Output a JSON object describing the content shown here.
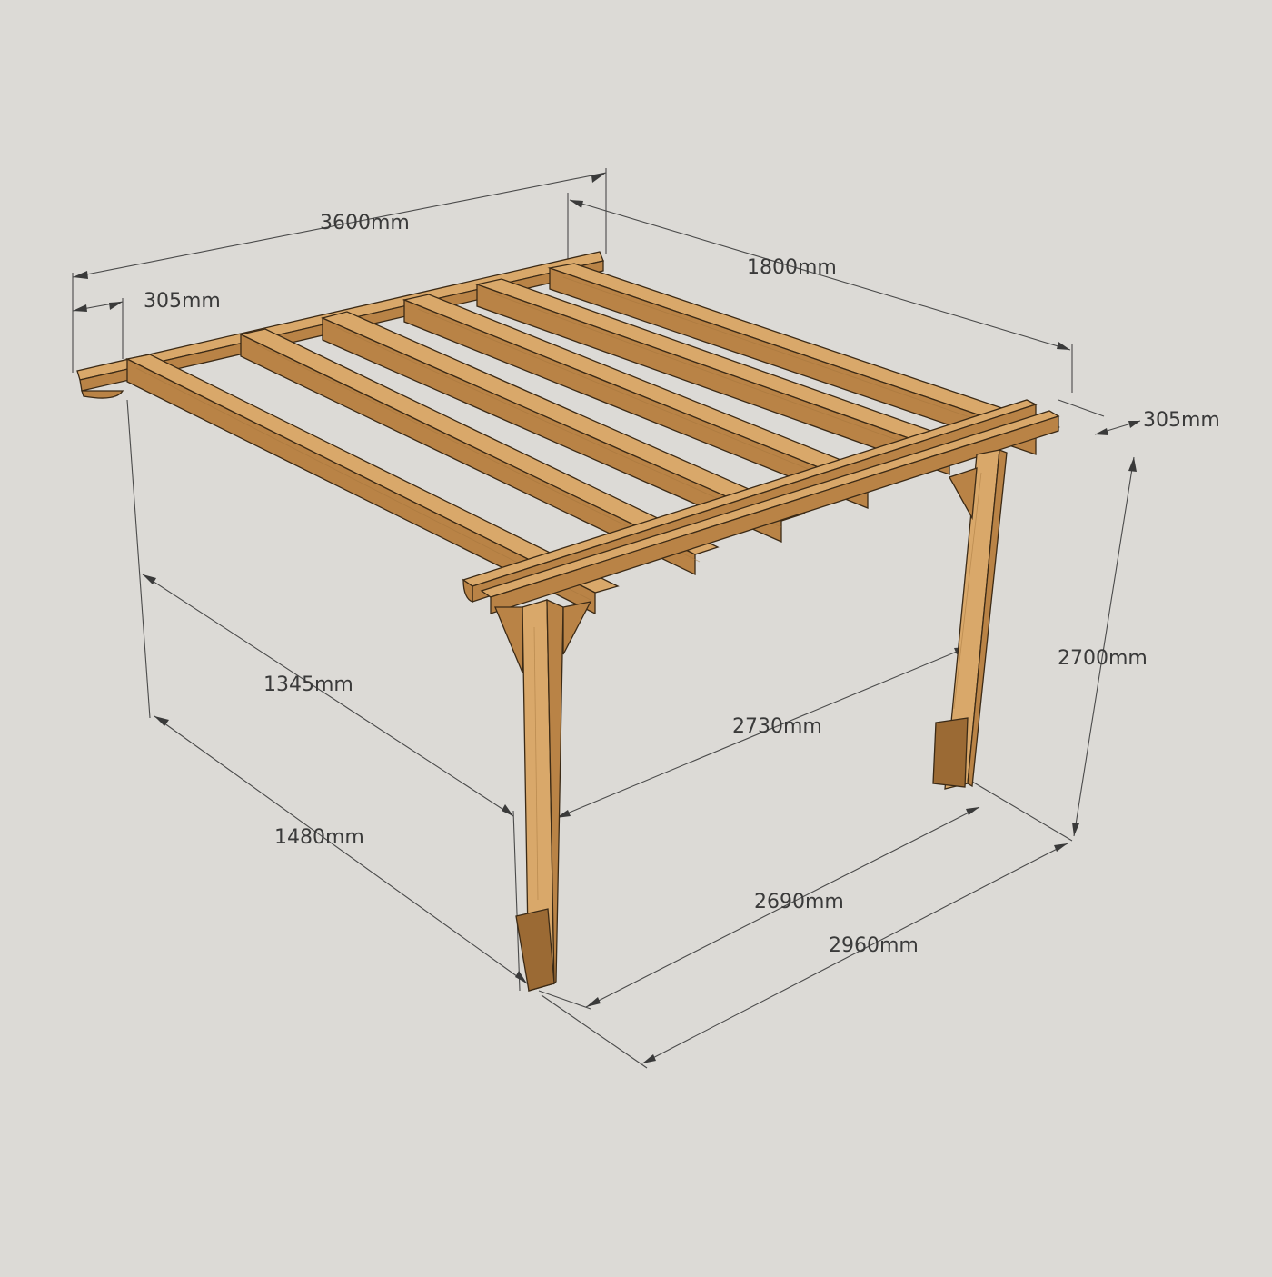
{
  "diagram": {
    "subject": "pergola",
    "colors": {
      "background": "#dcdad6",
      "wood_light": "#d9a86a",
      "wood_mid": "#b98346",
      "wood_dark": "#9b6a34",
      "dimension_line": "#4a4a4a"
    },
    "dimensions": {
      "overall_length": "3600mm",
      "rafter_overhang_front": "305mm",
      "depth": "1800mm",
      "rafter_overhang_back": "305mm",
      "height": "2700mm",
      "inner_span_upper": "1345mm",
      "post_span_upper": "2730mm",
      "outer_span_lower": "1480mm",
      "post_span_lower": "2690mm",
      "overall_width_lower": "2960mm"
    }
  }
}
